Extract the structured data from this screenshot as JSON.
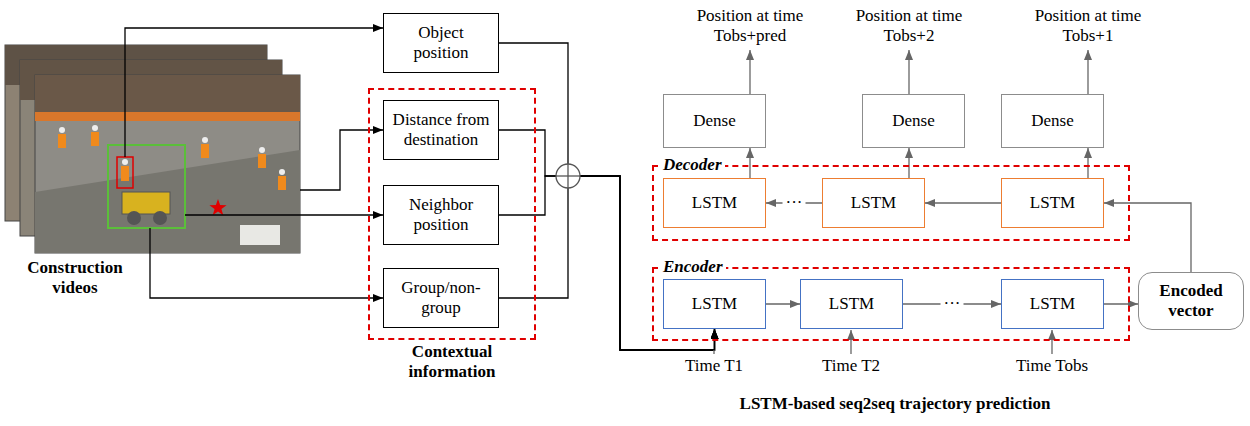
{
  "diagram": {
    "nodes": [
      {
        "text": [
          "Object position"
        ]
      },
      {
        "text": [
          "Contextual information"
        ]
      },
      {
        "text": [
          "Distance from destination"
        ],
        "in": 1
      },
      {
        "text": [
          "Neighbor position"
        ],
        "in": 1
      },
      {
        "text": [
          "Group/non-group"
        ],
        "in": 1
      },
      {
        "text": [
          "Decoder"
        ]
      },
      {
        "text": [
          "LSTM"
        ],
        "in": 5
      },
      {
        "text": [
          "LSTM"
        ],
        "in": 5
      },
      {
        "text": [
          "LSTM"
        ],
        "in": 5
      },
      {
        "text": [
          "Dense"
        ]
      },
      {
        "text": [
          "Dense"
        ]
      },
      {
        "text": [
          "Dense"
        ]
      },
      {
        "text": [
          "Encoder"
        ]
      },
      {
        "text": [
          "LSTM"
        ],
        "in": 12
      },
      {
        "text": [
          "LSTM"
        ],
        "in": 12
      },
      {
        "text": [
          "LSTM"
        ],
        "in": 12
      },
      {
        "text": [
          "Encoded vector"
        ]
      }
    ],
    "edges": [
      {
        "from": 0,
        "to": 13,
        "arrow": "to"
      },
      {
        "from": 2,
        "to": 13,
        "arrow": "to"
      },
      {
        "from": 3,
        "to": 13,
        "arrow": "to"
      },
      {
        "from": 4,
        "to": 13,
        "arrow": "to"
      },
      {
        "from": 13,
        "to": 14,
        "arrow": "to"
      },
      {
        "from": 14,
        "to": 15,
        "arrow": "to",
        "label": "···"
      },
      {
        "from": 15,
        "to": 16,
        "arrow": "to"
      },
      {
        "from": 16,
        "to": 8,
        "arrow": "to"
      },
      {
        "from": 8,
        "to": 7,
        "arrow": "to"
      },
      {
        "from": 7,
        "to": 6,
        "arrow": "to",
        "label": "···"
      },
      {
        "from": 6,
        "to": 9,
        "arrow": "to"
      },
      {
        "from": 7,
        "to": 10,
        "arrow": "to"
      },
      {
        "from": 8,
        "to": 11,
        "arrow": "to"
      }
    ],
    "labels": [
      "Construction videos",
      "Position at time Tobs+pred",
      "Position at time Tobs+2",
      "Position at time Tobs+1",
      "Time T1",
      "Time T2",
      "Time Tobs",
      "LSTM-based seq2seq trajectory prediction"
    ]
  }
}
